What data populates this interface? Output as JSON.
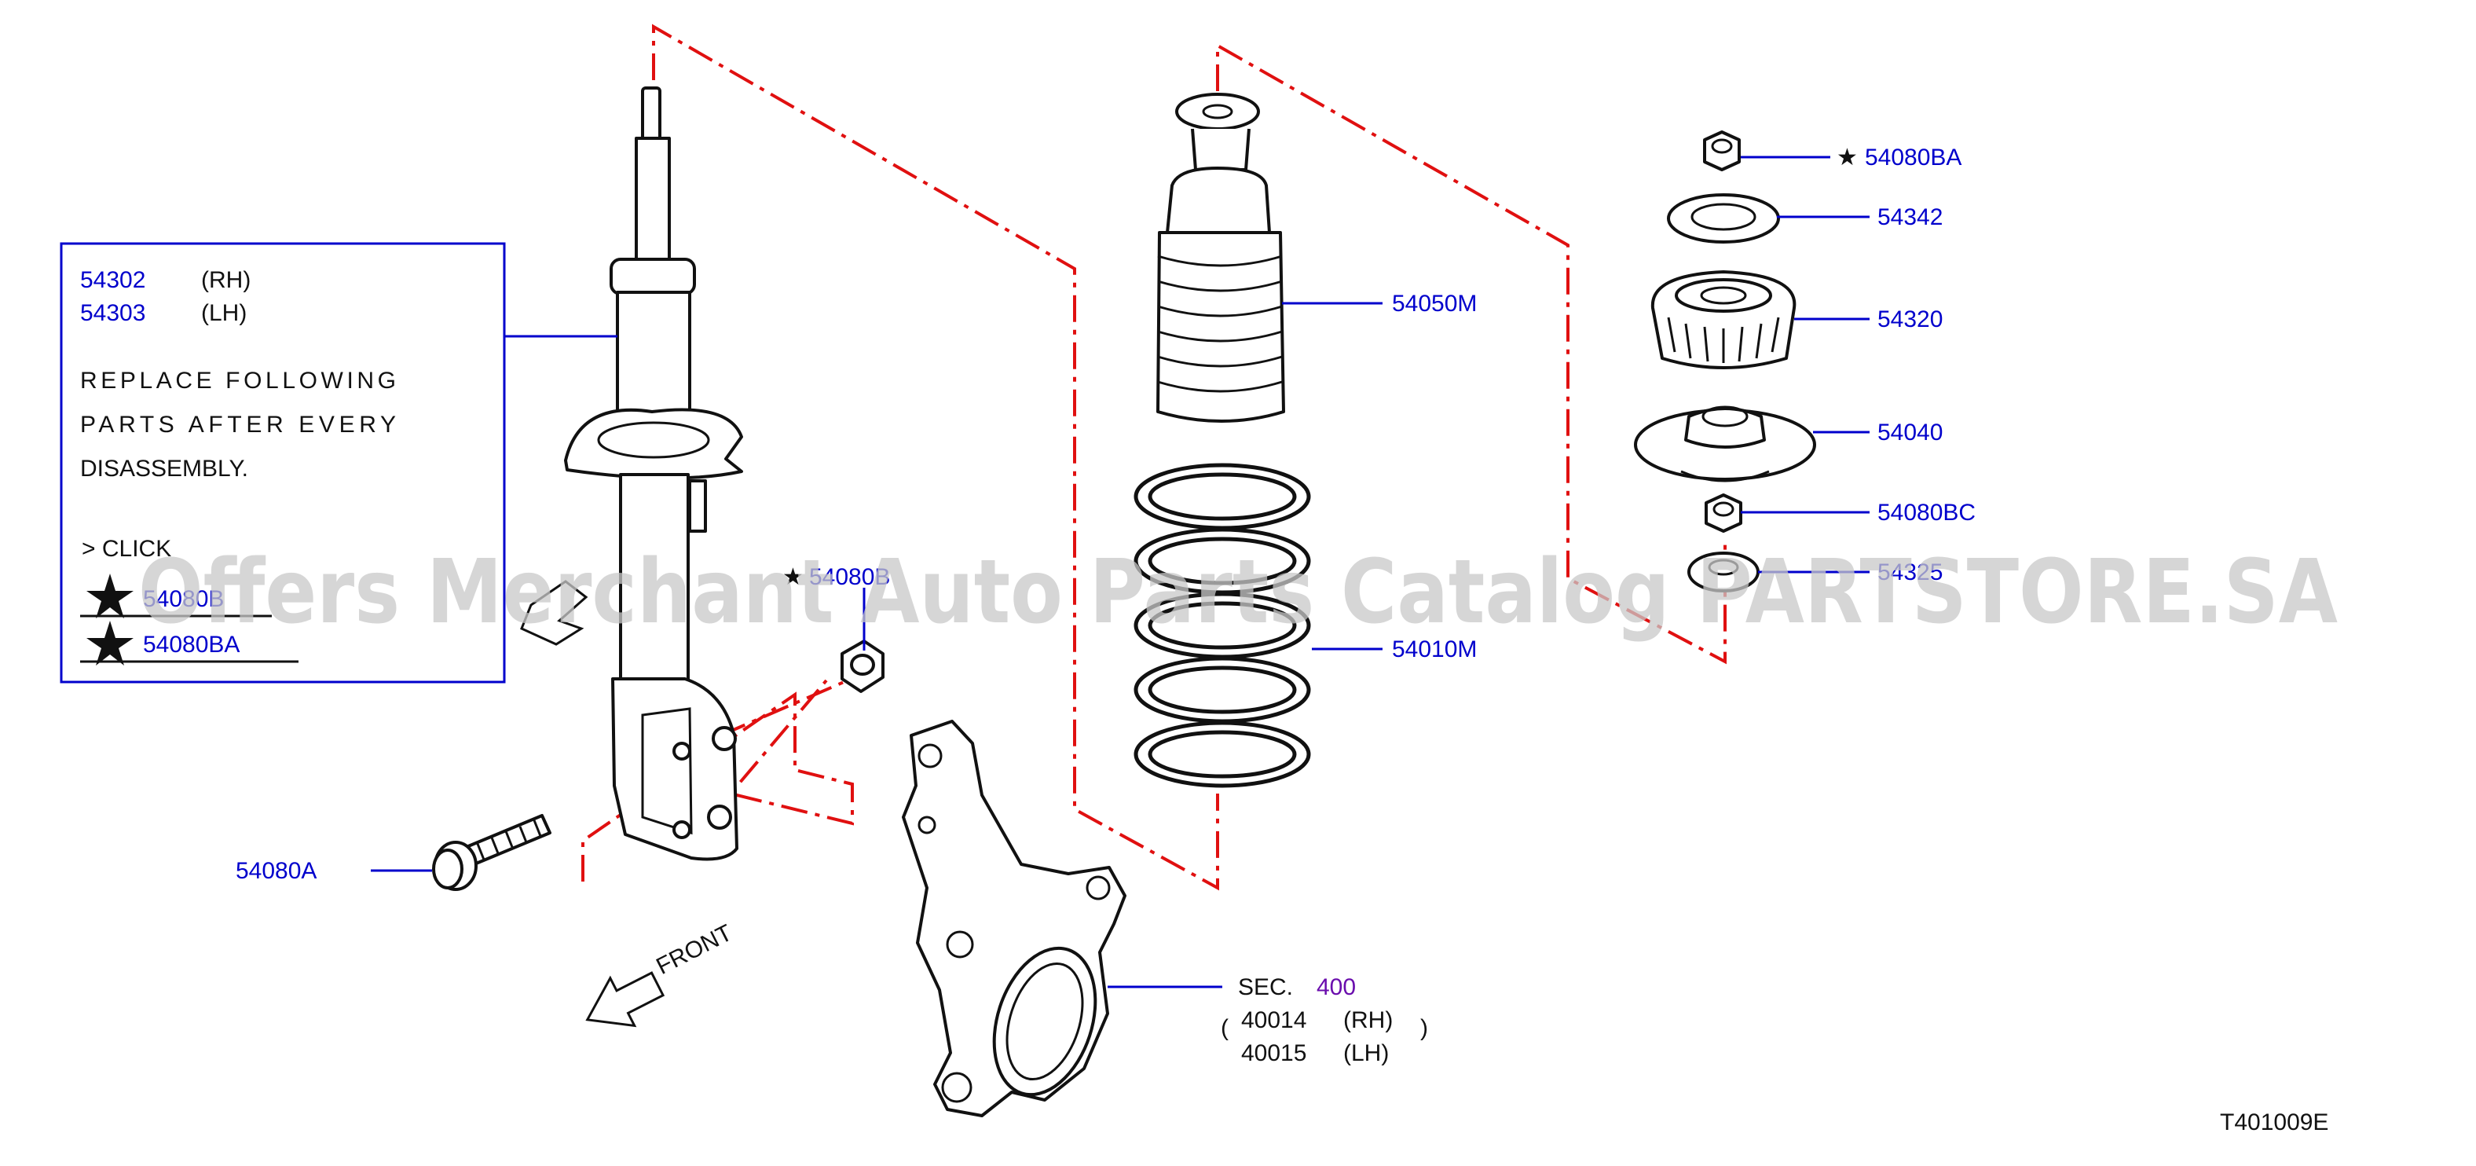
{
  "legend_box": {
    "line1_num": "54302",
    "line1_side": "(RH)",
    "line2_num": "54303",
    "line2_side": "(LH)",
    "note_line1": "REPLACE FOLLOWING",
    "note_line2": "PARTS AFTER EVERY",
    "note_line3": "DISASSEMBLY.",
    "click_label": "> CLICK",
    "link1": "54080B",
    "link2": "54080BA"
  },
  "callouts": {
    "p54080ba_star": "★",
    "p54080ba": "54080BA",
    "p54342": "54342",
    "p54320": "54320",
    "p54040": "54040",
    "p54080bc": "54080BC",
    "p54325": "54325",
    "p54050m": "54050M",
    "p54010m": "54010M",
    "p54080b_star": "★",
    "p54080b": "54080B",
    "p54080a": "54080A"
  },
  "section_ref": {
    "label": "SEC.",
    "number": "400",
    "line1_num": "40014",
    "line1_side": "(RH)",
    "line2_num": "40015",
    "line2_side": "(LH)"
  },
  "direction_label": "FRONT",
  "figure_code": "T401009E",
  "watermark": "Offers Merchant Auto Parts Catalog PARTSTORE.SA",
  "colors": {
    "callout": "#0000cc",
    "assembly_line": "#e01010",
    "section": "#6a0dad",
    "text": "#111111"
  },
  "icons": {
    "star": "star-icon",
    "arrow": "front-arrow-icon"
  }
}
